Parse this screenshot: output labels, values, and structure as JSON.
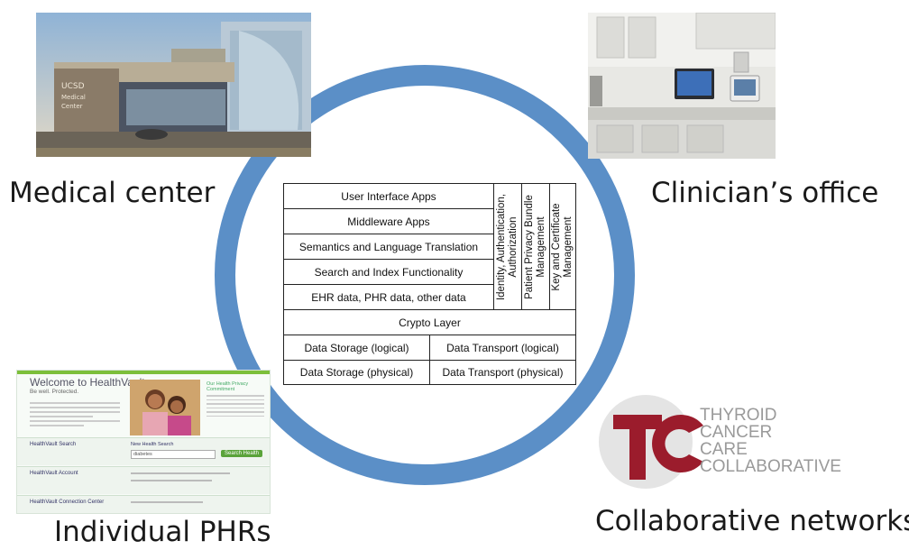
{
  "labels": {
    "medical_center": "Medical center",
    "clinicians_office": "Clinician’s office",
    "individual_phrs": "Individual PHRs",
    "collaborative_networks": "Collaborative networks"
  },
  "stack": {
    "rows": [
      "User Interface Apps",
      "Middleware Apps",
      "Semantics and Language Translation",
      "Search and Index Functionality",
      "EHR data, PHR data, other data"
    ],
    "side_columns": [
      "Identity, Authentication, Authorization",
      "Patient Privacy Bundle Management",
      "Key and Certificate Management"
    ],
    "crypto": "Crypto Layer",
    "storage_logical": "Data Storage (logical)",
    "transport_logical": "Data Transport (logical)",
    "storage_physical": "Data Storage (physical)",
    "transport_physical": "Data Transport (physical)"
  },
  "photo_medical": {
    "sign_line1": "UCSD",
    "sign_line2": "Medical",
    "sign_line3": "Center"
  },
  "healthvault": {
    "title": "Welcome to HealthVault",
    "subtitle": "Be well. Protected.",
    "search_heading": "HealthVault Search",
    "search_box_label": "New Health Search",
    "search_value": "diabetes",
    "search_button": "Search Health",
    "account_heading": "HealthVault Account",
    "connection_heading": "HealthVault Connection Center",
    "privacy_heading": "Our Health Privacy Commitment"
  },
  "tc_logo": {
    "mark": "TC",
    "line1": "THYROID",
    "line2": "CANCER",
    "line3": "CARE",
    "line4": "COLLABORATIVE"
  },
  "colors": {
    "ring": "#5b8fc7",
    "tc_red": "#9b1c2c",
    "tc_text": "#9a9a9a"
  }
}
